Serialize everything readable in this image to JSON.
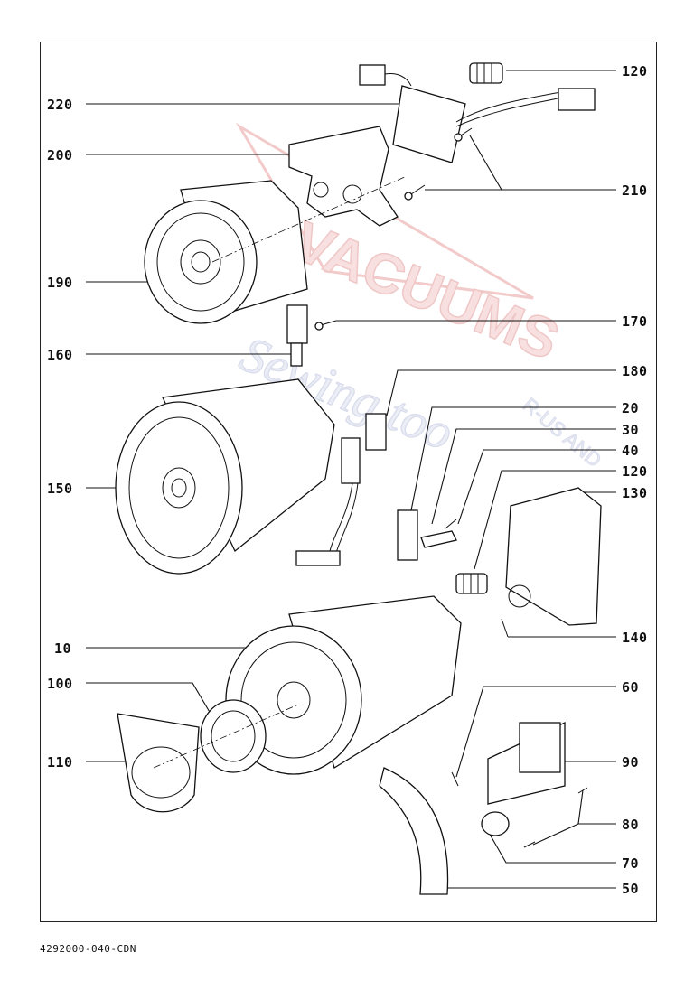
{
  "footer_code": "4292000-040-CDN",
  "watermark": {
    "main": "VACUUMS",
    "sub": "Sewing too",
    "tag": "R-US AND",
    "color": "#e8a0a0",
    "color2": "#b9c0dd"
  },
  "callouts": [
    {
      "id": "120",
      "side": "right"
    },
    {
      "id": "220",
      "side": "left"
    },
    {
      "id": "200",
      "side": "left"
    },
    {
      "id": "210",
      "side": "right"
    },
    {
      "id": "190",
      "side": "left"
    },
    {
      "id": "170",
      "side": "right"
    },
    {
      "id": "160",
      "side": "left"
    },
    {
      "id": "180",
      "side": "right"
    },
    {
      "id": "20",
      "side": "right"
    },
    {
      "id": "30",
      "side": "right"
    },
    {
      "id": "40",
      "side": "right"
    },
    {
      "id": "120",
      "side": "right"
    },
    {
      "id": "130",
      "side": "right"
    },
    {
      "id": "150",
      "side": "left"
    },
    {
      "id": "140",
      "side": "right"
    },
    {
      "id": "10",
      "side": "left"
    },
    {
      "id": "100",
      "side": "left"
    },
    {
      "id": "60",
      "side": "right"
    },
    {
      "id": "110",
      "side": "left"
    },
    {
      "id": "90",
      "side": "right"
    },
    {
      "id": "80",
      "side": "right"
    },
    {
      "id": "70",
      "side": "right"
    },
    {
      "id": "50",
      "side": "right"
    }
  ]
}
